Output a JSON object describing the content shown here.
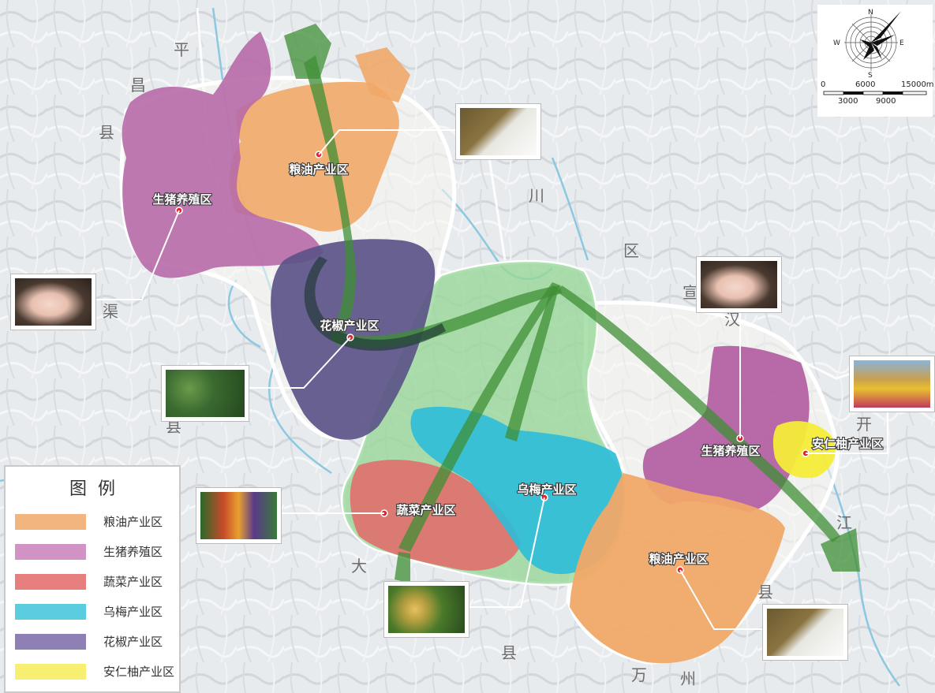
{
  "regions": [
    {
      "label": "粮油产业区"
    },
    {
      "label": "生猪养殖区"
    },
    {
      "label": "花椒产业区"
    },
    {
      "label": "蔬菜产业区"
    },
    {
      "label": "乌梅产业区"
    },
    {
      "label": "生猪养殖区"
    },
    {
      "label": "安仁柚产业区"
    },
    {
      "label": "粮油产业区"
    }
  ],
  "place_chars": [
    "平",
    "昌",
    "县",
    "渠",
    "县",
    "川",
    "区",
    "宣",
    "汉",
    "开",
    "江",
    "县",
    "大",
    "县",
    "万",
    "州"
  ],
  "legend": {
    "title": "图例",
    "items": [
      {
        "label": "粮油产业区",
        "color": "#f0a868"
      },
      {
        "label": "生猪养殖区",
        "color": "#c880b8"
      },
      {
        "label": "蔬菜产业区",
        "color": "#e46868"
      },
      {
        "label": "乌梅产业区",
        "color": "#3ec4dc"
      },
      {
        "label": "花椒产业区",
        "color": "#7a6aa8"
      },
      {
        "label": "安仁柚产业区",
        "color": "#f4ec58"
      }
    ]
  },
  "compass": {
    "n": "N",
    "s": "S",
    "e": "E",
    "w": "W"
  },
  "scale": {
    "t0": "0",
    "t6000": "6000",
    "t15000": "15000m",
    "t3000": "3000",
    "t9000": "9000"
  }
}
